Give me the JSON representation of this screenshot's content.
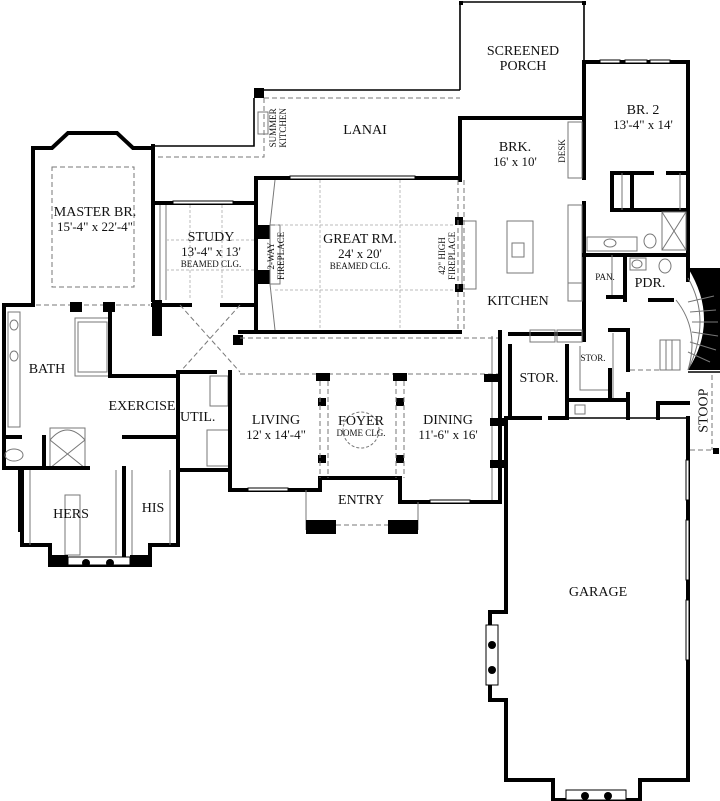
{
  "plan": {
    "rooms": [
      {
        "id": "screened-porch",
        "name": "SCREENED\nPORCH",
        "name_l1": "SCREENED",
        "name_l2": "PORCH"
      },
      {
        "id": "lanai",
        "name": "LANAI"
      },
      {
        "id": "summer-kitchen",
        "name_l1": "SUMMER",
        "name_l2": "KITCHEN"
      },
      {
        "id": "brk",
        "name": "BRK.",
        "dims": "16' x 10'"
      },
      {
        "id": "desk",
        "name": "DESK"
      },
      {
        "id": "br2",
        "name": "BR. 2",
        "dims": "13'-4\" x 14'"
      },
      {
        "id": "master",
        "name": "MASTER BR.",
        "dims": "15'-4\" x 22'-4\""
      },
      {
        "id": "study",
        "name": "STUDY",
        "dims": "13'-4\" x 13'",
        "note": "BEAMED CLG."
      },
      {
        "id": "two-way-fireplace",
        "name_l1": "2-WAY",
        "name_l2": "FIREPLACE"
      },
      {
        "id": "great-room",
        "name": "GREAT RM.",
        "dims": "24' x 20'",
        "note": "BEAMED CLG."
      },
      {
        "id": "high-fireplace",
        "name_l1": "42\" HIGH",
        "name_l2": "FIREPLACE"
      },
      {
        "id": "kitchen",
        "name": "KITCHEN"
      },
      {
        "id": "pantry",
        "name": "PAN."
      },
      {
        "id": "powder",
        "name": "PDR."
      },
      {
        "id": "bath",
        "name": "BATH"
      },
      {
        "id": "exercise",
        "name": "EXERCISE"
      },
      {
        "id": "util",
        "name": "UTIL."
      },
      {
        "id": "living",
        "name": "LIVING",
        "dims": "12' x 14'-4\""
      },
      {
        "id": "foyer",
        "name": "FOYER",
        "note": "DOME CLG."
      },
      {
        "id": "dining",
        "name": "DINING",
        "dims": "11'-6\" x 16'"
      },
      {
        "id": "stor-large",
        "name": "STOR."
      },
      {
        "id": "stor-small",
        "name": "STOR."
      },
      {
        "id": "stoop",
        "name": "STOOP"
      },
      {
        "id": "entry",
        "name": "ENTRY"
      },
      {
        "id": "hers",
        "name": "HERS"
      },
      {
        "id": "his",
        "name": "HIS"
      },
      {
        "id": "garage",
        "name": "GARAGE"
      }
    ]
  }
}
